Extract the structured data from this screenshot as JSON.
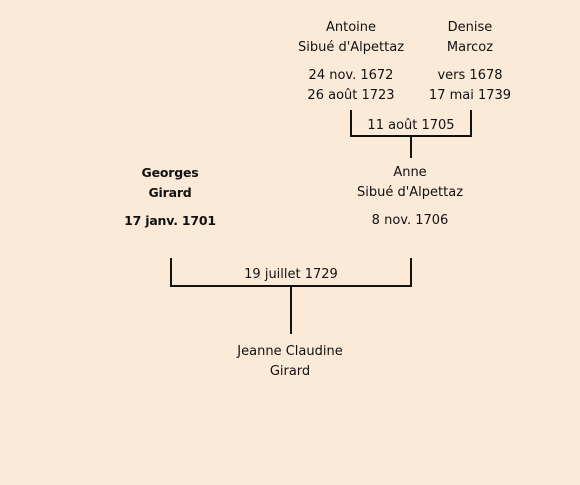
{
  "antoine": {
    "first": "Antoine",
    "last": "Sibué d'Alpettaz",
    "birth": "24 nov. 1672",
    "death": "26 août 1723"
  },
  "denise": {
    "first": "Denise",
    "last": "Marcoz",
    "birth": "vers 1678",
    "death": "17 mai 1739"
  },
  "marriage_parents": "11 août 1705",
  "georges": {
    "first": "Georges",
    "last": "Girard",
    "birth": "17 janv. 1701"
  },
  "anne": {
    "first": "Anne",
    "last": "Sibué d'Alpettaz",
    "birth": "8 nov. 1706"
  },
  "marriage_couple": "19 juillet 1729",
  "jeanne": {
    "first": "Jeanne Claudine",
    "last": "Girard"
  }
}
